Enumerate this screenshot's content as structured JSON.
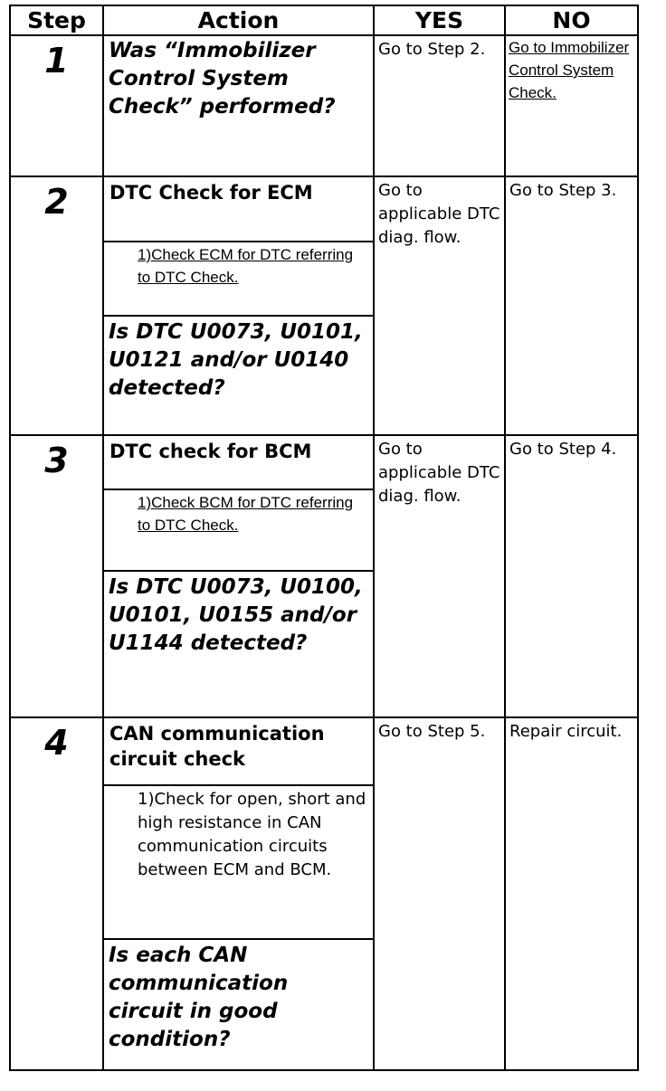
{
  "headers": {
    "step": "Step",
    "action": "Action",
    "yes": "YES",
    "no": "NO"
  },
  "steps": [
    {
      "number": "1",
      "question": "Was “Immobilizer Control System Check” performed?",
      "yes": "Go to Step 2.",
      "no_link": "Go to Immobilizer Control System Check."
    },
    {
      "number": "2",
      "title": "DTC Check for ECM",
      "instruction": "1)Check ECM for DTC referring to DTC Check.",
      "question": "Is DTC U0073, U0101, U0121 and/or U0140 detected?",
      "yes": "Go to applicable DTC diag. flow.",
      "no": "Go to Step 3."
    },
    {
      "number": "3",
      "title": "DTC check for BCM",
      "instruction": "1)Check BCM for DTC referring to DTC Check.",
      "question": "Is DTC U0073, U0100, U0101, U0155 and/or U1144 detected?",
      "yes": "Go to applicable DTC diag. flow.",
      "no": "Go to Step 4."
    },
    {
      "number": "4",
      "title": "CAN communication circuit check",
      "instruction": "1)Check for open, short and high resistance in CAN communication circuits between ECM and BCM.",
      "question": "Is each CAN communication circuit in good condition?",
      "yes": "Go to Step 5.",
      "no": "Repair circuit."
    }
  ]
}
